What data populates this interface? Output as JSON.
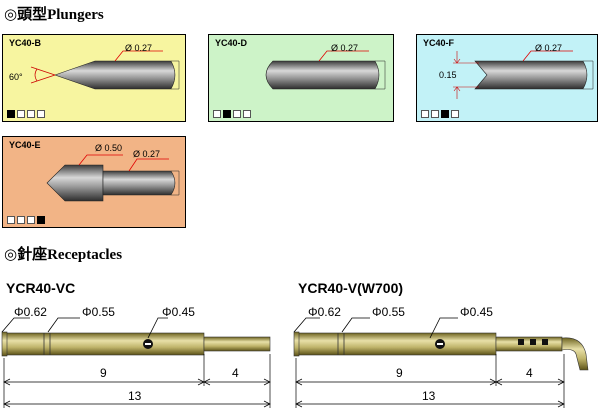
{
  "plungers": {
    "heading": "◎頭型Plungers",
    "cards": [
      {
        "label": "YC40-B",
        "bg": "#f7f5a0",
        "dim": "Ø 0.27",
        "angle": "60°",
        "indicator": [
          1,
          0,
          0,
          0
        ]
      },
      {
        "label": "YC40-D",
        "bg": "#cdf3c8",
        "dim": "Ø 0.27",
        "indicator": [
          0,
          1,
          0,
          0
        ]
      },
      {
        "label": "YC40-F",
        "bg": "#c2f2f7",
        "dim": "Ø 0.27",
        "gap": "0.15",
        "indicator": [
          0,
          0,
          1,
          0
        ]
      },
      {
        "label": "YC40-E",
        "bg": "#f2b486",
        "dim1": "Ø 0.50",
        "dim2": "Ø 0.27",
        "indicator": [
          0,
          0,
          0,
          1
        ]
      }
    ]
  },
  "receptacles": {
    "heading": "◎針座Receptacles",
    "items": [
      {
        "title": "YCR40-VC",
        "d1": "Φ0.62",
        "d2": "Φ0.55",
        "d3": "Φ0.45",
        "len_a": "9",
        "len_b": "4",
        "len_total": "13"
      },
      {
        "title": "YCR40-V(W700)",
        "d1": "Φ0.62",
        "d2": "Φ0.55",
        "d3": "Φ0.45",
        "len_a": "9",
        "len_b": "4",
        "len_total": "13"
      }
    ]
  },
  "colors": {
    "pin_dark": "#3a3a3a",
    "pin_light": "#d8d8d8",
    "brass_dark": "#6e6420",
    "brass_light": "#e8e0a8",
    "leader": "#e00000"
  }
}
